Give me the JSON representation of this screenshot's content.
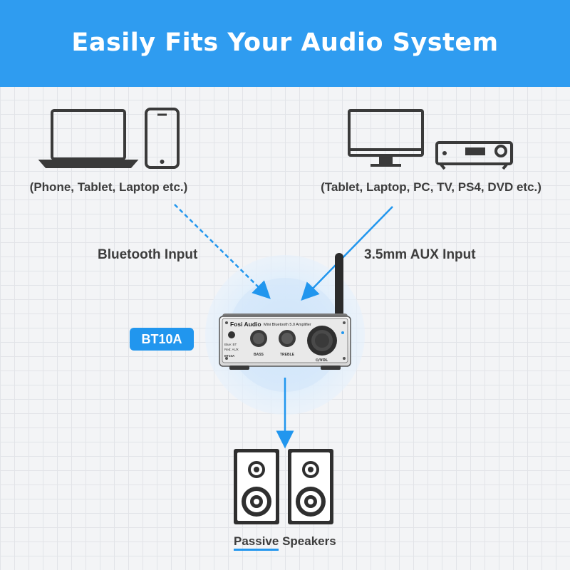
{
  "banner": {
    "title": "Easily Fits Your Audio System"
  },
  "sources": {
    "left": {
      "caption": "(Phone, Tablet, Laptop etc.)",
      "icons": [
        "laptop-icon",
        "phone-icon"
      ]
    },
    "right": {
      "caption": "(Tablet, Laptop, PC, TV, PS4, DVD etc.)",
      "icons": [
        "monitor-icon",
        "dvd-player-icon"
      ]
    }
  },
  "inputs": {
    "bluetooth": "Bluetooth Input",
    "aux": "3.5mm AUX Input"
  },
  "amplifier": {
    "model_badge": "BT10A",
    "brand": "Fosi Audio",
    "subtitle": "Mini Bluetooth 5.0 Amplifier",
    "knob_bass": "BASS",
    "knob_treble": "TREBLE",
    "knob_volume": "⏻/VOL",
    "status_line1": "Blue: BT",
    "status_line2": "Red: AUX"
  },
  "output": {
    "label_highlight": "Passive",
    "label_rest": " Speakers"
  },
  "colors": {
    "accent": "#2f9cf0",
    "badge": "#2196ee",
    "text": "#3d3d3d"
  }
}
